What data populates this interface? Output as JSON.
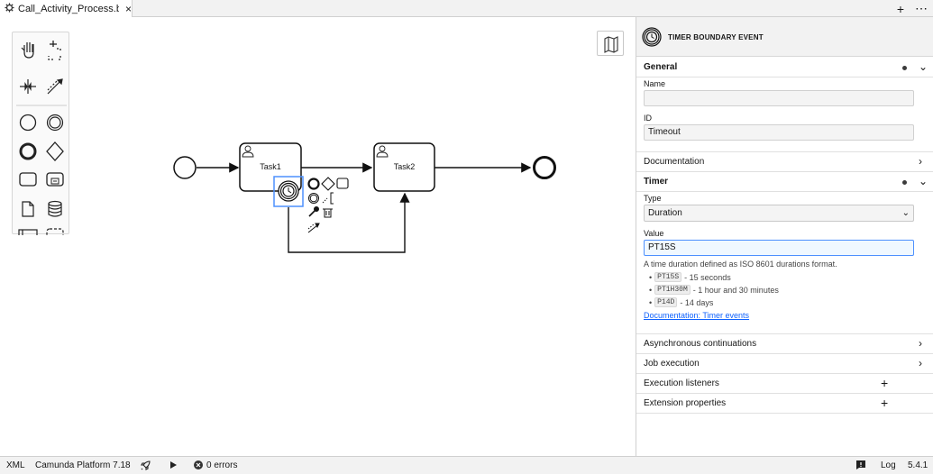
{
  "tab": {
    "title": "Call_Activity_Process.bpn",
    "close": "×",
    "icon": "gear-icon"
  },
  "window_actions": {
    "add": "+",
    "more": "⋯"
  },
  "diagram": {
    "tasks": [
      {
        "label": "Task1"
      },
      {
        "label": "Task2"
      }
    ]
  },
  "properties": {
    "header_title": "TIMER BOUNDARY EVENT",
    "general": {
      "title": "General",
      "name_label": "Name",
      "name_value": "",
      "id_label": "ID",
      "id_value": "Timeout"
    },
    "documentation": {
      "title": "Documentation"
    },
    "timer": {
      "title": "Timer",
      "type_label": "Type",
      "type_value": "Duration",
      "value_label": "Value",
      "value_value": "PT15S",
      "description": "A time duration defined as ISO 8601 durations format.",
      "examples": [
        {
          "code": "PT15S",
          "text": "- 15 seconds"
        },
        {
          "code": "PT1H30M",
          "text": "- 1 hour and 30 minutes"
        },
        {
          "code": "P14D",
          "text": "- 14 days"
        }
      ],
      "doc_link": "Documentation: Timer events"
    },
    "async": {
      "title": "Asynchronous continuations"
    },
    "job": {
      "title": "Job execution"
    },
    "listeners": {
      "title": "Execution listeners"
    },
    "extension": {
      "title": "Extension properties"
    }
  },
  "statusbar": {
    "xml": "XML",
    "platform": "Camunda Platform 7.18",
    "errors": "0 errors",
    "log": "Log",
    "version": "5.4.1"
  },
  "colors": {
    "selection": "#4d90fe",
    "link": "#0f62fe"
  }
}
